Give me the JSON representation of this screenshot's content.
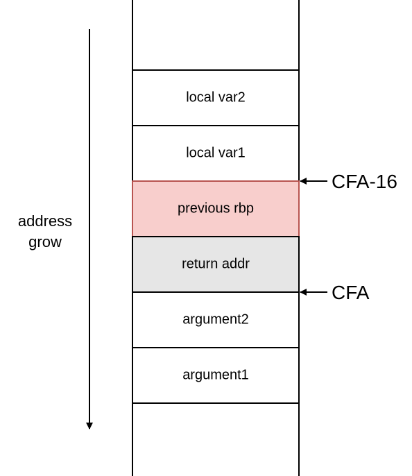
{
  "stack": {
    "cells": [
      {
        "label": "local var2",
        "fill": "#ffffff",
        "stroke": "#000000"
      },
      {
        "label": "local var1",
        "fill": "#ffffff",
        "stroke": "#000000"
      },
      {
        "label": "previous rbp",
        "fill": "#f8cecc",
        "stroke": "#b85450"
      },
      {
        "label": "return addr",
        "fill": "#e6e6e6",
        "stroke": "#000000"
      },
      {
        "label": "argument2",
        "fill": "#ffffff",
        "stroke": "#000000"
      },
      {
        "label": "argument1",
        "fill": "#ffffff",
        "stroke": "#000000"
      }
    ]
  },
  "pointers": {
    "cfa_minus_16": "CFA-16",
    "cfa": "CFA"
  },
  "direction": {
    "line1": "address",
    "line2": "grow"
  }
}
